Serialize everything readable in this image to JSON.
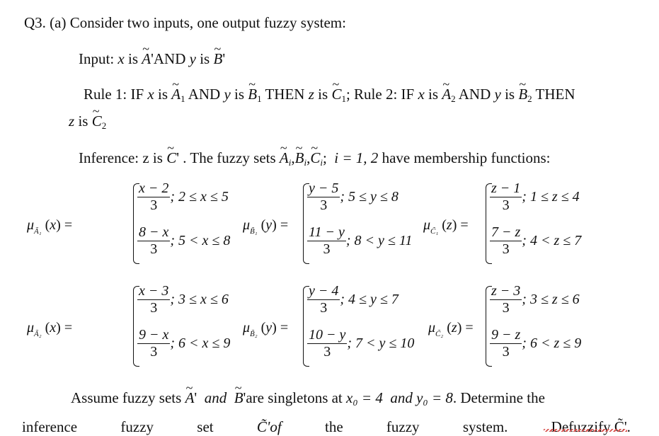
{
  "q_title": "Q3. (a) Consider two inputs, one output fuzzy system:",
  "input_label": "Input: ",
  "rule_prefix": "Rule 1: IF ",
  "rule_then": "THEN",
  "rule_sep": "; Rule 2: IF ",
  "inference_label": "Inference: z is ",
  "inference_mid": ". The fuzzy sets ",
  "inference_end": "have membership functions:",
  "index_range": "i = 1, 2",
  "and_word": "AND",
  "is_word": "is",
  "functions": [
    {
      "mu": "μ",
      "sub": "Ã₁",
      "var": "x",
      "c1_num": "x − 2",
      "c1_den": "3",
      "c1_cond": "; 2 ≤ x ≤ 5",
      "c2_num": "8 − x",
      "c2_den": "3",
      "c2_cond": "; 5 < x ≤ 8"
    },
    {
      "mu": "μ",
      "sub": "B̃₁",
      "var": "y",
      "c1_num": "y − 5",
      "c1_den": "3",
      "c1_cond": "; 5 ≤ y ≤ 8",
      "c2_num": "11 − y",
      "c2_den": "3",
      "c2_cond": "; 8 < y ≤ 11"
    },
    {
      "mu": "μ",
      "sub": "C̃₁",
      "var": "z",
      "c1_num": "z − 1",
      "c1_den": "3",
      "c1_cond": "; 1 ≤ z ≤ 4",
      "c2_num": "7 − z",
      "c2_den": "3",
      "c2_cond": "; 4 < z ≤ 7"
    },
    {
      "mu": "μ",
      "sub": "Ã₂",
      "var": "x",
      "c1_num": "x − 3",
      "c1_den": "3",
      "c1_cond": "; 3 ≤ x ≤ 6",
      "c2_num": "9 − x",
      "c2_den": "3",
      "c2_cond": "; 6 < x ≤ 9"
    },
    {
      "mu": "μ",
      "sub": "B̃₂",
      "var": "y",
      "c1_num": "y − 4",
      "c1_den": "3",
      "c1_cond": "; 4 ≤ y ≤ 7",
      "c2_num": "10 − y",
      "c2_den": "3",
      "c2_cond": "; 7 < y ≤ 10"
    },
    {
      "mu": "μ",
      "sub": "C̃₂",
      "var": "z",
      "c1_num": "z − 3",
      "c1_den": "3",
      "c1_cond": "; 3 ≤ z ≤ 6",
      "c2_num": "9 − z",
      "c2_den": "3",
      "c2_cond": "; 6 < z ≤ 9"
    }
  ],
  "assume_text": "Assume fuzzy sets ",
  "and_it": "and",
  "singletons_text": "are singletons at ",
  "x0": "x₀ = 4",
  "y0": "y₀ = 8",
  "determine": ". Determine the",
  "last_line": [
    "inference",
    "fuzzy",
    "set",
    "C̃'of",
    "the",
    "fuzzy",
    "system.",
    "Defuzzify C̃'."
  ]
}
